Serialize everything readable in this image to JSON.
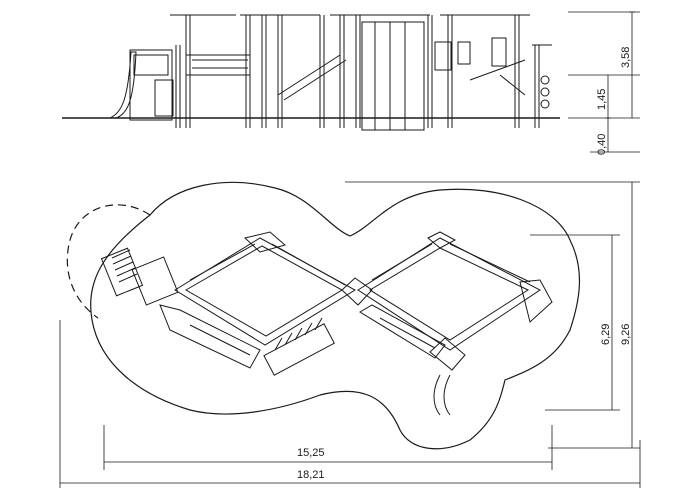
{
  "elevation_view": {
    "dimensions": {
      "total_height": "3,58",
      "platform_height": "1,45",
      "base_height": "0,40"
    }
  },
  "plan_view": {
    "dimensions": {
      "inner_length": "15,25",
      "total_length": "18,21",
      "inner_width": "6,29",
      "total_width": "9,26"
    }
  },
  "colors": {
    "line": "#1a1a1a",
    "background": "#ffffff"
  }
}
